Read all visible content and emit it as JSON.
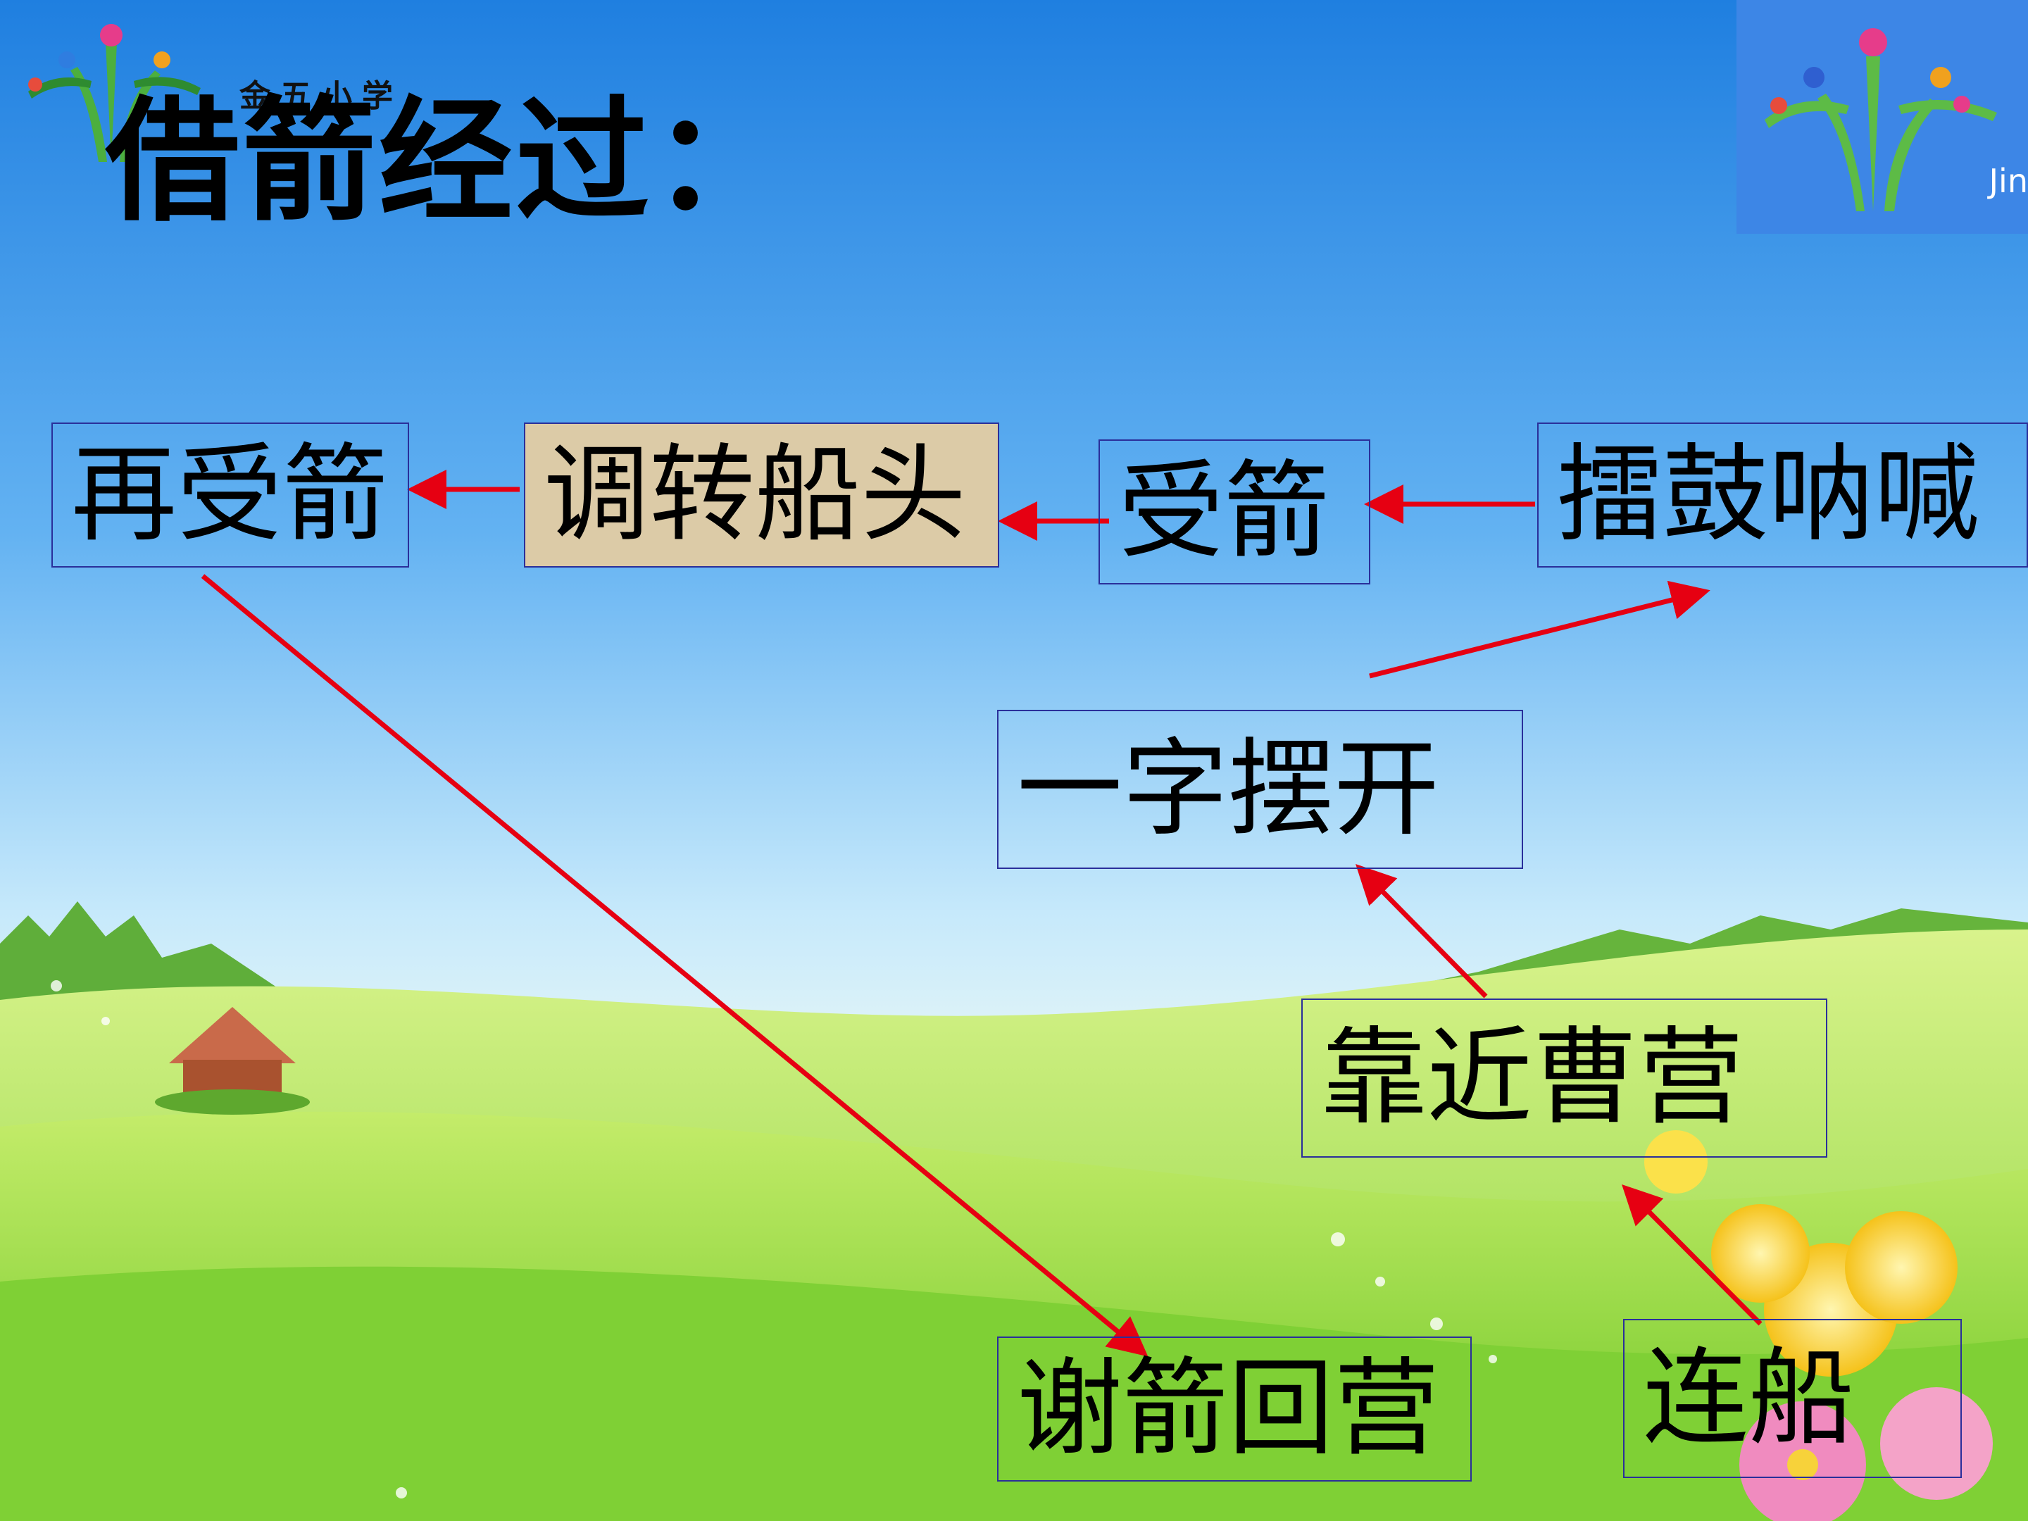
{
  "slide": {
    "school_name": "金五小学",
    "title": "借箭经过：",
    "logo_caption": "Jin"
  },
  "nodes": {
    "zai_shou_jian": "再受箭",
    "tiao_zhuan_chuan_tou": "调转船头",
    "shou_jian": "受箭",
    "lei_gu_na_han": "擂鼓呐喊",
    "yi_zi_bai_kai": "一字摆开",
    "kao_jin_cao_ying": "靠近曹营",
    "xie_jian_hui_ying": "谢箭回营",
    "lian_chuan": "连船"
  },
  "flow": [
    {
      "from": "lian_chuan",
      "to": "kao_jin_cao_ying"
    },
    {
      "from": "kao_jin_cao_ying",
      "to": "yi_zi_bai_kai"
    },
    {
      "from": "yi_zi_bai_kai",
      "to": "lei_gu_na_han"
    },
    {
      "from": "lei_gu_na_han",
      "to": "shou_jian"
    },
    {
      "from": "shou_jian",
      "to": "tiao_zhuan_chuan_tou"
    },
    {
      "from": "tiao_zhuan_chuan_tou",
      "to": "zai_shou_jian"
    },
    {
      "from": "zai_shou_jian",
      "to": "xie_jian_hui_ying"
    }
  ],
  "colors": {
    "arrow": "#e60012",
    "box_border": "#2a2f9a",
    "highlight_box": "#dccba7",
    "sky_top": "#1f7fe0",
    "grass": "#7ccf2e"
  }
}
